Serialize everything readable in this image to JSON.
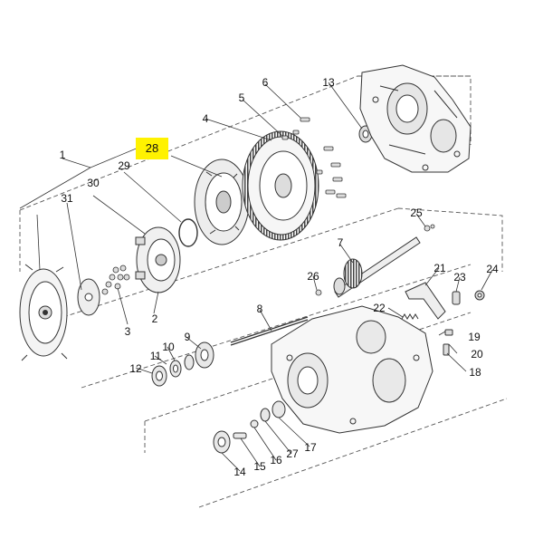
{
  "diagram": {
    "part_labels": [
      "1",
      "2",
      "3",
      "4",
      "5",
      "6",
      "7",
      "8",
      "9",
      "10",
      "11",
      "12",
      "13",
      "14",
      "15",
      "16",
      "17",
      "18",
      "19",
      "20",
      "21",
      "22",
      "23",
      "24",
      "25",
      "26",
      "27",
      "28",
      "29",
      "30",
      "31"
    ],
    "highlighted_label": "28",
    "colors": {
      "line": "#333333",
      "part_fill": "#f4f4f4",
      "highlight": "#fff200",
      "text": "#111111"
    }
  }
}
